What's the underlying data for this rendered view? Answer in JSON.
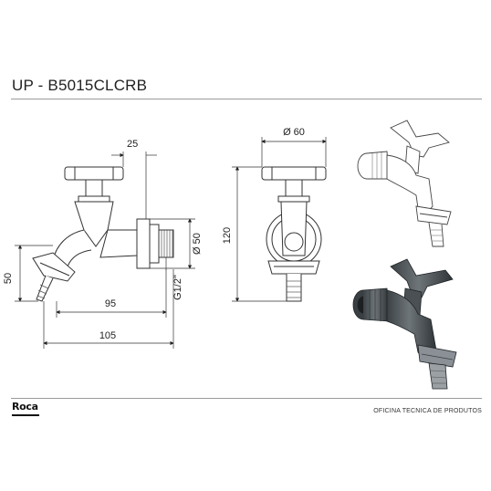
{
  "sheet": {
    "title": "UP - B5015CLCRB",
    "brand": "Roca",
    "office": "OFICINA TECNICA DE PRODUTOS"
  },
  "dimensions": {
    "top_offset": "25",
    "height_left": "50",
    "spout_length": "95",
    "total_length": "105",
    "diameter_body": "Ø 50",
    "thread": "G1/2\"",
    "diameter_handle": "Ø 60",
    "height_total": "120"
  }
}
